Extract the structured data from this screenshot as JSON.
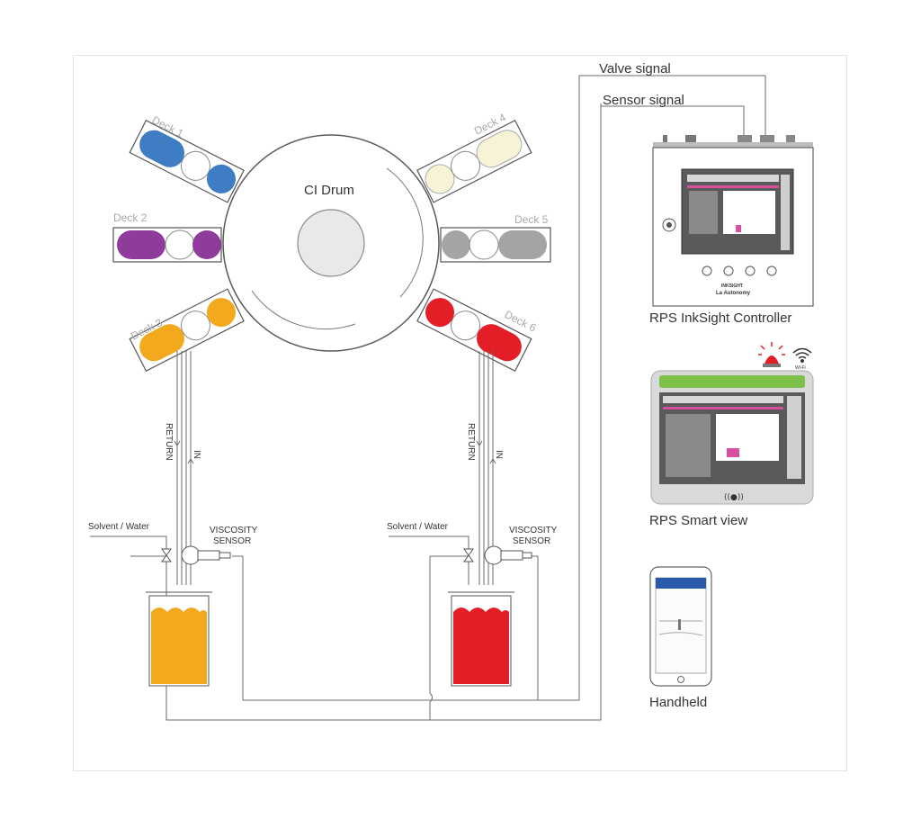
{
  "drum": {
    "label": "CI Drum"
  },
  "decks": [
    {
      "label": "Deck 1",
      "color": "#3e7cc4"
    },
    {
      "label": "Deck 2",
      "color": "#8e3b9b"
    },
    {
      "label": "Deck 3",
      "color": "#f2a91e"
    },
    {
      "label": "Deck 4",
      "color": "#f7f3d6"
    },
    {
      "label": "Deck 5",
      "color": "#a4a4a4"
    },
    {
      "label": "Deck 6",
      "color": "#e31e27"
    }
  ],
  "signals": {
    "valve": "Valve signal",
    "sensor": "Sensor signal"
  },
  "left_circuit": {
    "return": "RETURN",
    "in": "IN",
    "solvent": "Solvent / Water",
    "sensor_line1": "VISCOSITY",
    "sensor_line2": "SENSOR",
    "ink_color": "#f2a91e"
  },
  "right_circuit": {
    "return": "RETURN",
    "in": "IN",
    "solvent": "Solvent / Water",
    "sensor_line1": "VISCOSITY",
    "sensor_line2": "SENSOR",
    "ink_color": "#e31e27"
  },
  "devices": {
    "controller": {
      "caption": "RPS InkSight Controller",
      "brand1": "INKSIGHT",
      "brand2": "La Autonomy"
    },
    "smartview": {
      "caption": "RPS Smart view",
      "wifi": "Wi-Fi"
    },
    "handheld": {
      "caption": "Handheld"
    }
  },
  "colors": {
    "line": "#6b6b6b",
    "green": "#7cc24a",
    "screen": "#5a5a5a",
    "magenta": "#d94fa0"
  }
}
